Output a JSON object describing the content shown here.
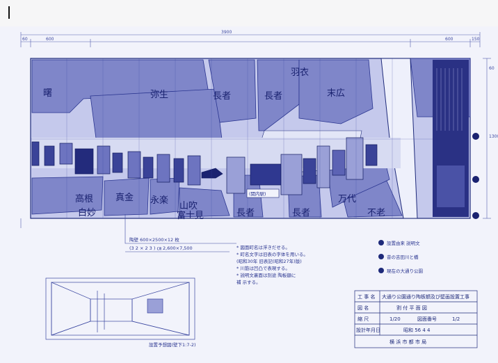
{
  "colors": {
    "ink": "#1e2a7a",
    "block": "#7f86c9",
    "road": "#bfc4ea",
    "paper": "#f2f3fb"
  },
  "dimensions": {
    "total": "3900",
    "left_margin": "60",
    "left_sub": "600",
    "right_sub": "600",
    "right_margin": "150",
    "side_a": "60",
    "side_b": "1300"
  },
  "districts": {
    "d1": "曙",
    "d2": "弥生",
    "d3": "長者",
    "d4": "長者",
    "d5": "羽衣",
    "d6": "末広",
    "d7": "高根",
    "d8": "真金",
    "d9": "永楽",
    "d10": "山吹",
    "d11": "長者",
    "d12": "長者",
    "d13": "万代",
    "d14": "白妙",
    "d15": "富士見",
    "d16": "不老"
  },
  "station_label": "(関内駅)",
  "spec_notes": {
    "note1": "陶壁 600×2500×12 枚",
    "note2": "(3 2 × 2 3 ) ㎝ 2,600×7,500"
  },
  "remarks": [
    "* 図面町名は浮きだせる。",
    "* 町名文字は旧表の字体を用いる。",
    "  (昭和30年 旧表記(昭和27年)版)",
    "* 川筋は凹凸で表現する。",
    "* 説明文裏面は別途 陶板額に",
    "  補 示する。"
  ],
  "legend": [
    {
      "marker": "①",
      "text": "設置由来 説明文"
    },
    {
      "marker": "②",
      "text": "昔の吉田川と橋"
    },
    {
      "marker": "③",
      "text": "現在の大通り公園"
    }
  ],
  "perspective_caption": "設置予想図(壁下1:7-2)",
  "title_block": {
    "row1_label": "工 事 名",
    "row1_value": "大通り公園通り陶板額及び壁画設置工事",
    "row2_label": "図 名",
    "row2_value": "割 付 平 面 図",
    "row3_label": "縮 尺",
    "row3_a": "1/20",
    "row3_b": "図面番号",
    "row3_c": "1/2",
    "row4_label": "設計年月日",
    "row4_value": "昭和 56 4 4",
    "row5_value": "横 浜 市 都 市 局"
  }
}
